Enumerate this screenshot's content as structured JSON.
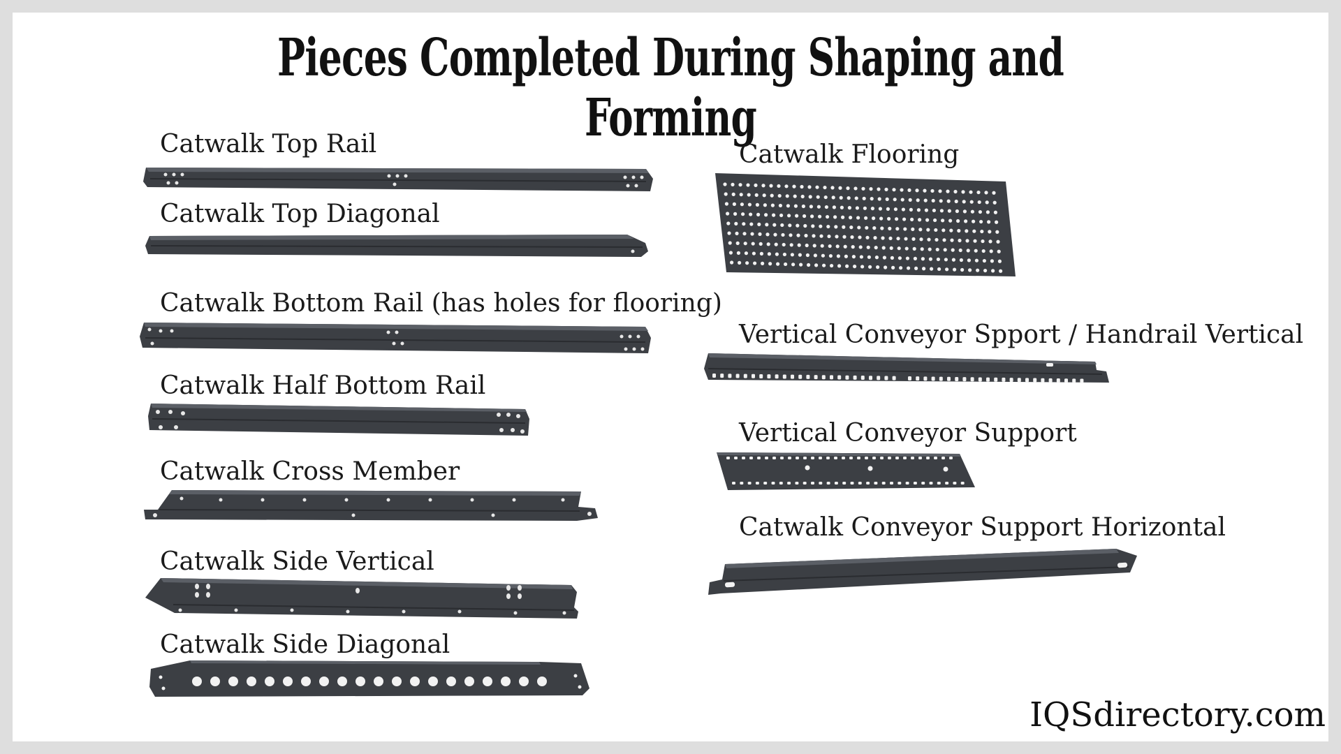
{
  "title": "Pieces Completed During Shaping and Forming",
  "parts": {
    "top_rail": "Catwalk Top Rail",
    "top_diagonal": "Catwalk Top Diagonal",
    "bottom_rail": "Catwalk Bottom Rail (has holes for flooring)",
    "half_bottom_rail": "Catwalk Half Bottom Rail",
    "cross_member": "Catwalk Cross Member",
    "side_vertical": "Catwalk Side Vertical",
    "side_diagonal": "Catwalk Side Diagonal",
    "flooring": "Catwalk Flooring",
    "conveyor_support_handrail": "Vertical Conveyor Spport / Handrail Vertical",
    "vertical_conveyor_support": "Vertical Conveyor Support",
    "conveyor_support_horizontal": "Catwalk Conveyor Support Horizontal"
  },
  "brand": "IQSdirectory.com",
  "colors": {
    "metal": "#3c3f44",
    "metal_light": "#5b5f66",
    "hole": "#f2f2f2"
  }
}
